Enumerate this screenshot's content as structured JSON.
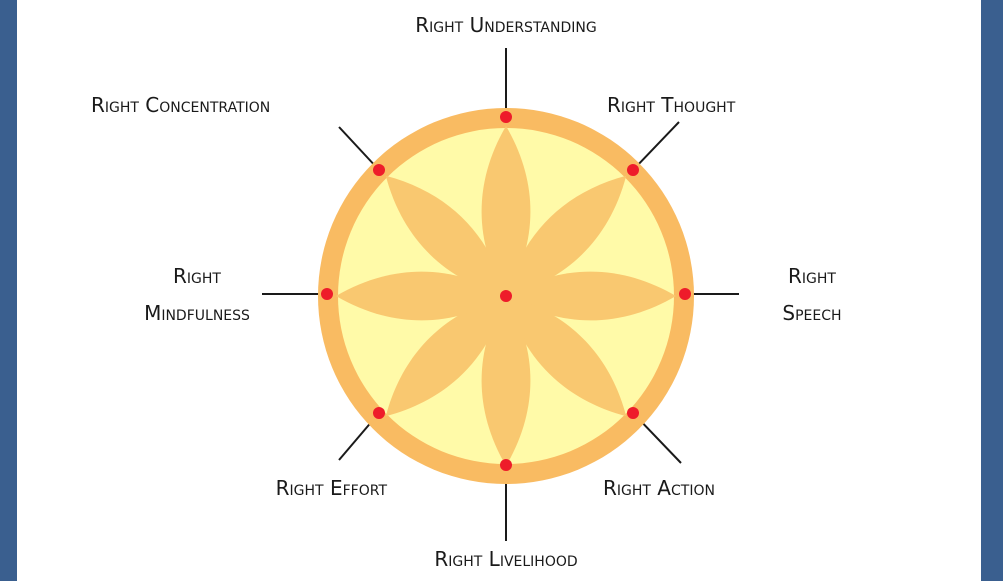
{
  "diagram": {
    "colors": {
      "outer_ring": "#f9bb62",
      "inner_disc": "#fffaa8",
      "petal": "#f9c870",
      "dot": "#ee1c2a",
      "line": "#1a1a1a",
      "frame": "#3a5f8f"
    },
    "labels": {
      "understanding": "Right Understanding",
      "thought": "Right Thought",
      "speech": [
        "Right",
        "Speech"
      ],
      "action": "Right Action",
      "livelihood": "Right Livelihood",
      "effort": "Right Effort",
      "mindfulness": [
        "Right",
        "Mindfulness"
      ],
      "concentration": "Right Concentration"
    }
  }
}
